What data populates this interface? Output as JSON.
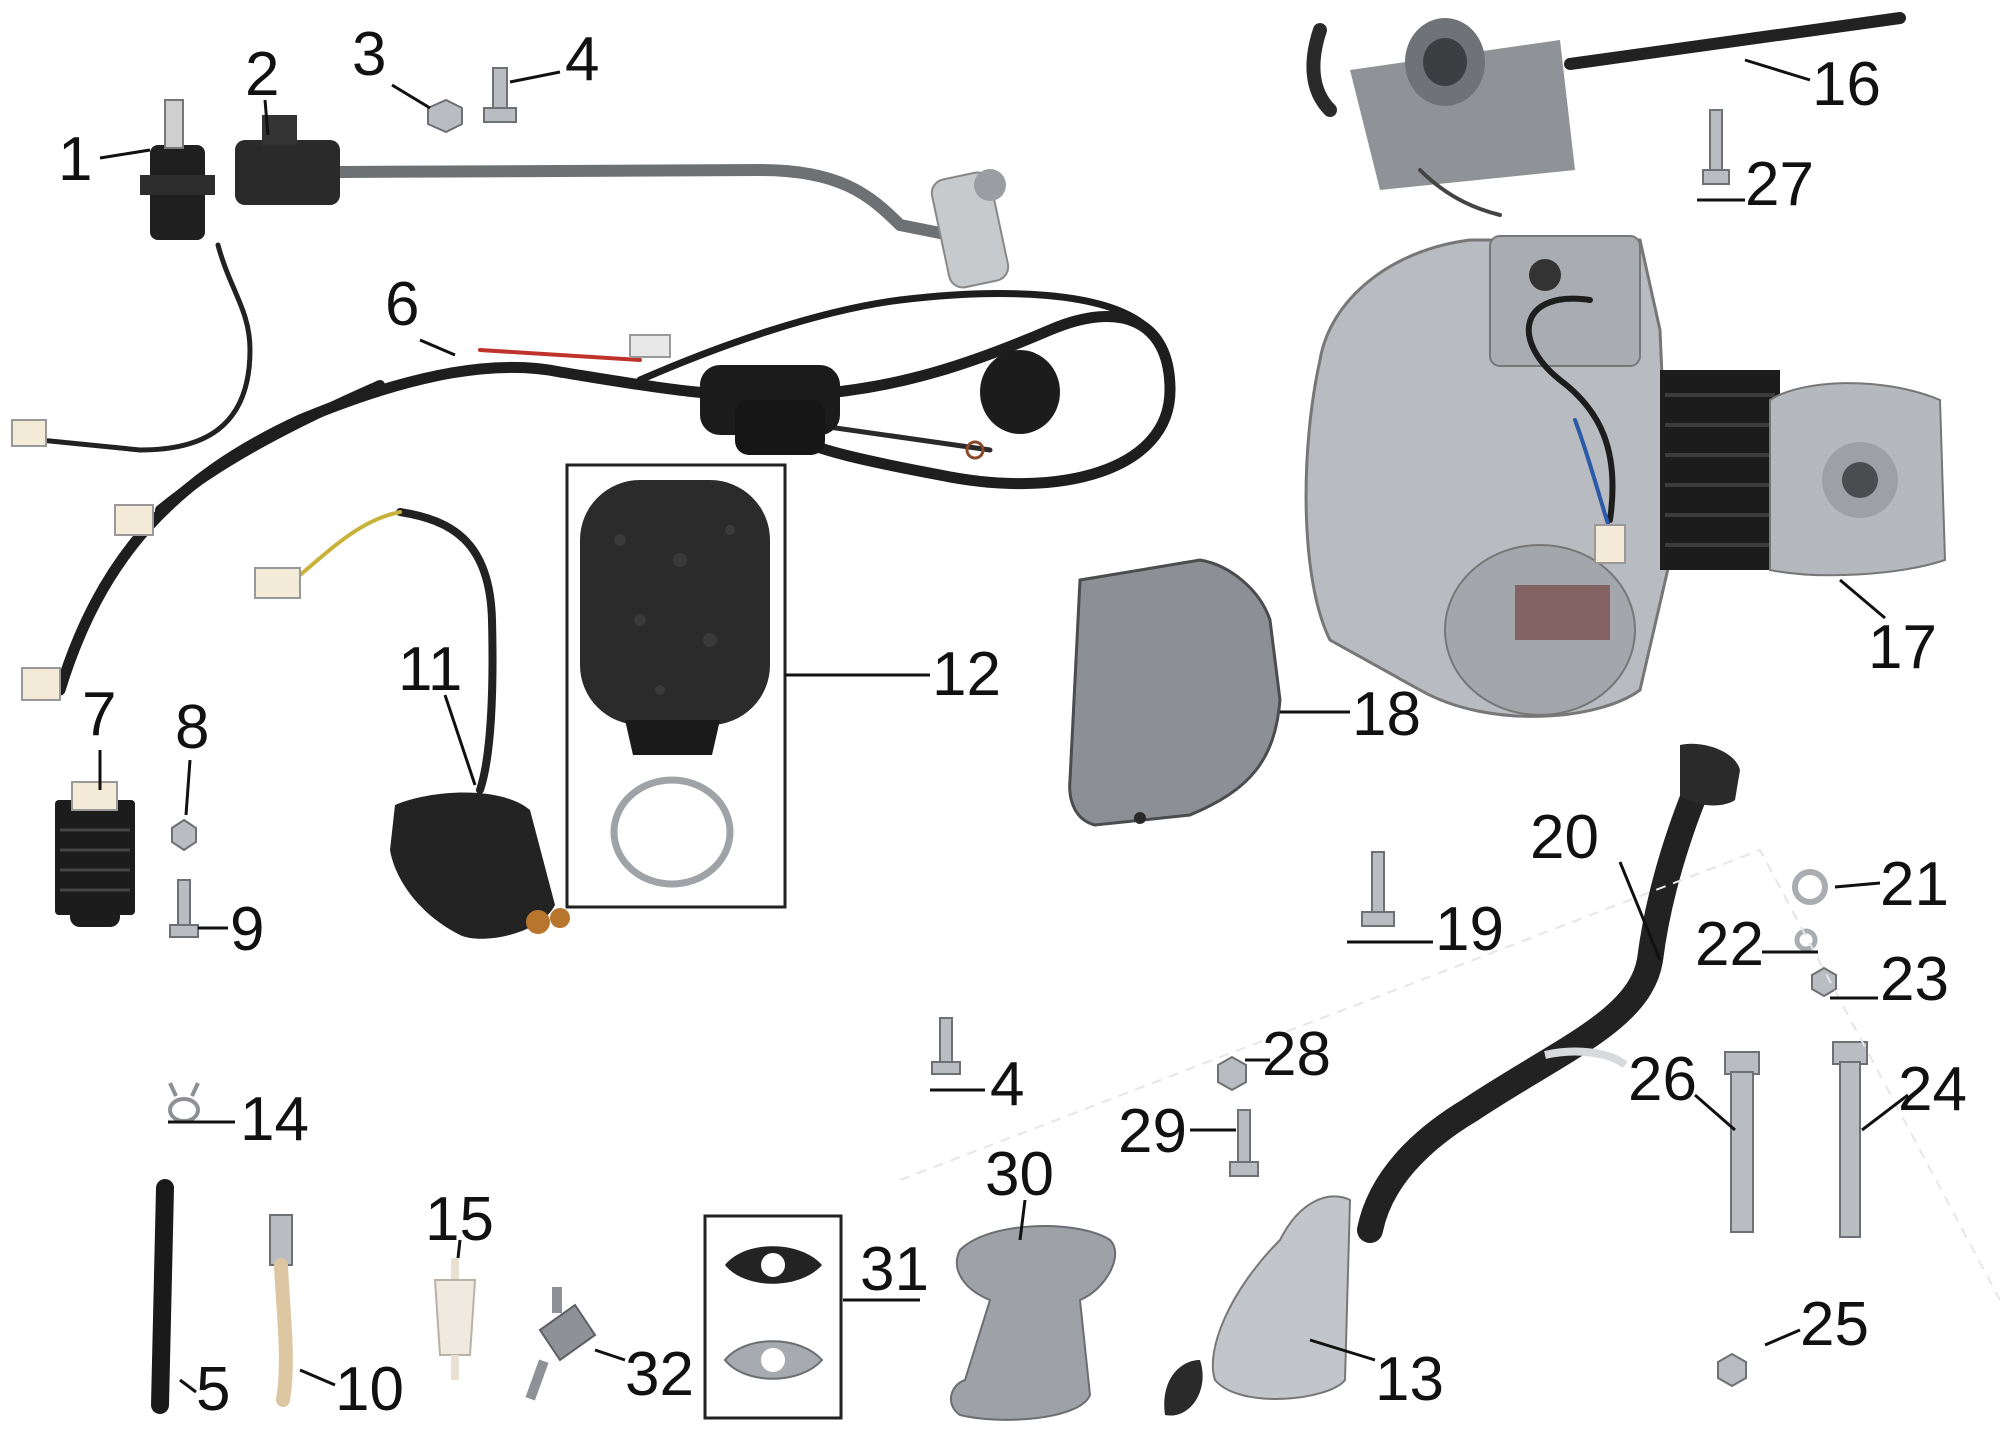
{
  "diagram": {
    "callouts": {
      "c1": "1",
      "c2": "2",
      "c3": "3",
      "c4a": "4",
      "c4b": "4",
      "c5": "5",
      "c6": "6",
      "c7": "7",
      "c8": "8",
      "c9": "9",
      "c10": "10",
      "c11": "11",
      "c12": "12",
      "c13": "13",
      "c14": "14",
      "c15": "15",
      "c16": "16",
      "c17": "17",
      "c18": "18",
      "c19": "19",
      "c20": "20",
      "c21": "21",
      "c22": "22",
      "c23": "23",
      "c24": "24",
      "c25": "25",
      "c26": "26",
      "c27": "27",
      "c28": "28",
      "c29": "29",
      "c30": "30",
      "c31": "31",
      "c32": "32"
    },
    "colors": {
      "rubber": "#262626",
      "metal": "#b9bcc0",
      "cable": "#6e7174",
      "foam": "#2b2b2b",
      "connector": "#f3ead8"
    }
  }
}
